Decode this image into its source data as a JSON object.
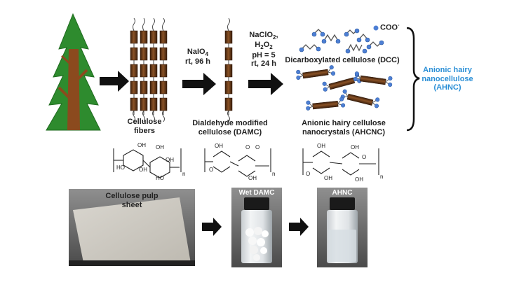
{
  "labels": {
    "cellulose_fibers_1": "Cellulose",
    "cellulose_fibers_2": "fibers",
    "step1_reagent": "NaIO",
    "step1_sub": "4",
    "step1_conditions": "rt, 96 h",
    "damc_1": "Dialdehyde modified",
    "damc_2": "cellulose (DAMC)",
    "step2_reagent_1": "NaClO",
    "step2_sub": "2",
    "step2_reagent_2": "H",
    "step2_sub2": "2",
    "step2_reagent_2b": "O",
    "step2_sub3": "2",
    "step2_ph": "pH = 5",
    "step2_conditions": "rt, 24 h",
    "coo_legend": "COO",
    "coo_sup": "-",
    "dcc": "Dicarboxylated cellulose (DCC)",
    "ahcnc_1": "Anionic hairy cellulose",
    "ahcnc_2": "nanocrystals (AHCNC)",
    "ahnc_1": "Anionic hairy",
    "ahnc_2": "nanocellulose",
    "ahnc_3": "(AHNC)",
    "struct_subscript": "n"
  },
  "photos": {
    "pulp_1": "Cellulose pulp",
    "pulp_2": "sheet",
    "wet_damc": "Wet DAMC",
    "ahnc": "AHNC"
  },
  "colors": {
    "accent_blue": "#2b8fd6",
    "carboxylate_blue": "#4d7fd4",
    "fiber_brown": "#6b3c1a",
    "tree_green": "#2e8b2e",
    "trunk_brown": "#8b4a1e"
  }
}
